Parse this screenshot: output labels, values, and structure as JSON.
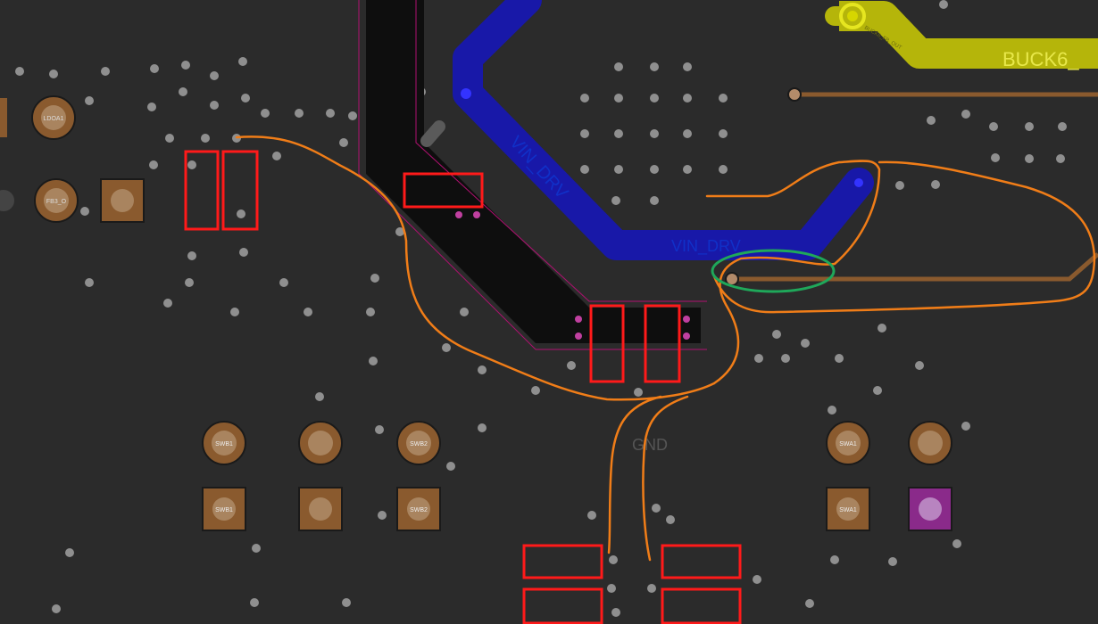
{
  "view": {
    "title": "PCB layout view"
  },
  "labels": {
    "buck6": "BUCK6_",
    "buck6_small": "BUCK6_FB_OUT",
    "vin_drv_1": "VIN_DRV",
    "vin_drv_2": "VIN_DRV",
    "gnd": "GND",
    "ldoa1": "LDOA1",
    "fb3": "FB3_O",
    "swb1_round": "SWB1",
    "swb2_round": "SWB2",
    "swb1_square": "SWB1",
    "swb2_square": "SWB2",
    "swa1_round": "SWA1",
    "swa1_square": "SWA1"
  },
  "colors": {
    "background": "#2b2b2b",
    "via": "#9a9a9a",
    "pad": "#8a5a2e",
    "pad_fill": "#b38b6a",
    "black_trace": "#0e0e0e",
    "blue_trace": "#1818a8",
    "yellow_trace": "#b5b50a",
    "brown_trace": "#8a5a2e",
    "annotation_orange": "#f07d18",
    "annotation_red": "#ff1a1a",
    "annotation_green": "#1fa85a",
    "purple_pad": "#8a2a8a"
  }
}
